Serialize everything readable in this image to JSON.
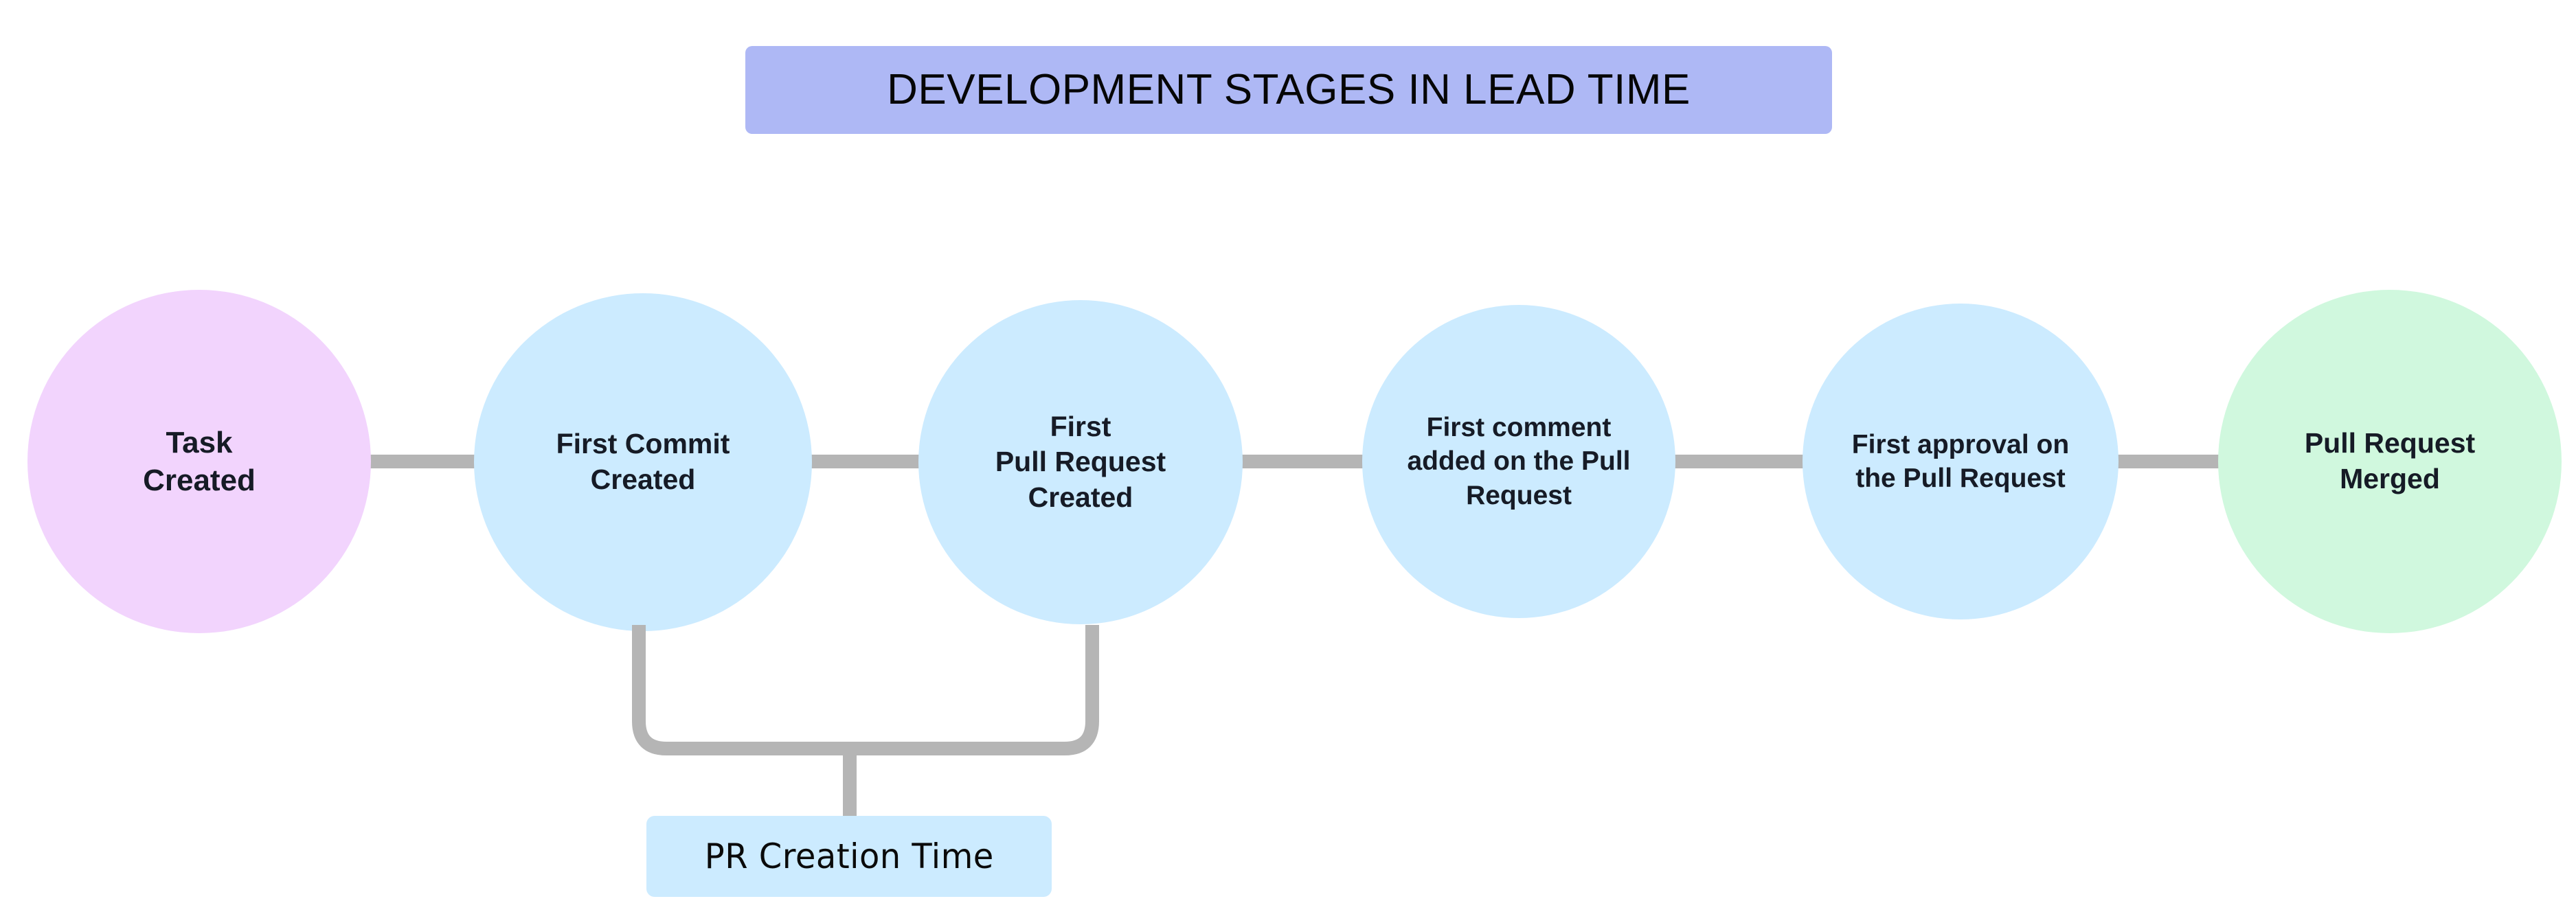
{
  "diagram": {
    "title": "DEVELOPMENT STAGES IN LEAD TIME",
    "colors": {
      "title_banner": "#AEB8F5",
      "start_node": "#F2D4FD",
      "process_node": "#CCEBFF",
      "end_node": "#D0F8DE",
      "connector": "#B5B5B5",
      "annotation_box": "#CCEBFF",
      "node_text": "#161B26",
      "page_background": "#FFFFFF"
    },
    "stages": [
      {
        "id": "task-created",
        "label": "Task\nCreated",
        "shape": "circle",
        "fill": "#F2D4FD"
      },
      {
        "id": "first-commit",
        "label": "First Commit\nCreated",
        "shape": "circle",
        "fill": "#CCEBFF"
      },
      {
        "id": "first-pr",
        "label": "First\nPull Request\nCreated",
        "shape": "circle",
        "fill": "#CCEBFF"
      },
      {
        "id": "first-comment",
        "label": "First comment\nadded on the Pull\nRequest",
        "shape": "circle",
        "fill": "#CCEBFF"
      },
      {
        "id": "first-approval",
        "label": "First approval on\nthe Pull Request",
        "shape": "circle",
        "fill": "#CCEBFF"
      },
      {
        "id": "pr-merged",
        "label": "Pull Request\nMerged",
        "shape": "circle",
        "fill": "#D0F8DE"
      }
    ],
    "annotations": [
      {
        "id": "pr-creation-time",
        "label": "PR Creation Time",
        "spans_from": "first-commit",
        "spans_to": "first-pr",
        "fill": "#CCEBFF"
      }
    ]
  }
}
